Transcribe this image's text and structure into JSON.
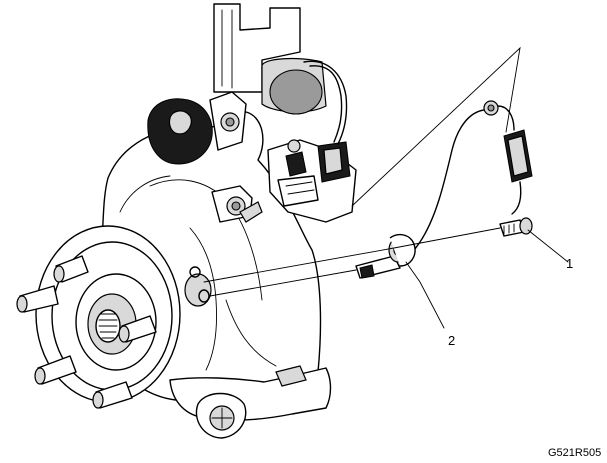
{
  "diagram": {
    "callouts": [
      {
        "id": "1",
        "text": "1"
      },
      {
        "id": "2",
        "text": "2"
      }
    ],
    "figure_code": "G521R505"
  }
}
